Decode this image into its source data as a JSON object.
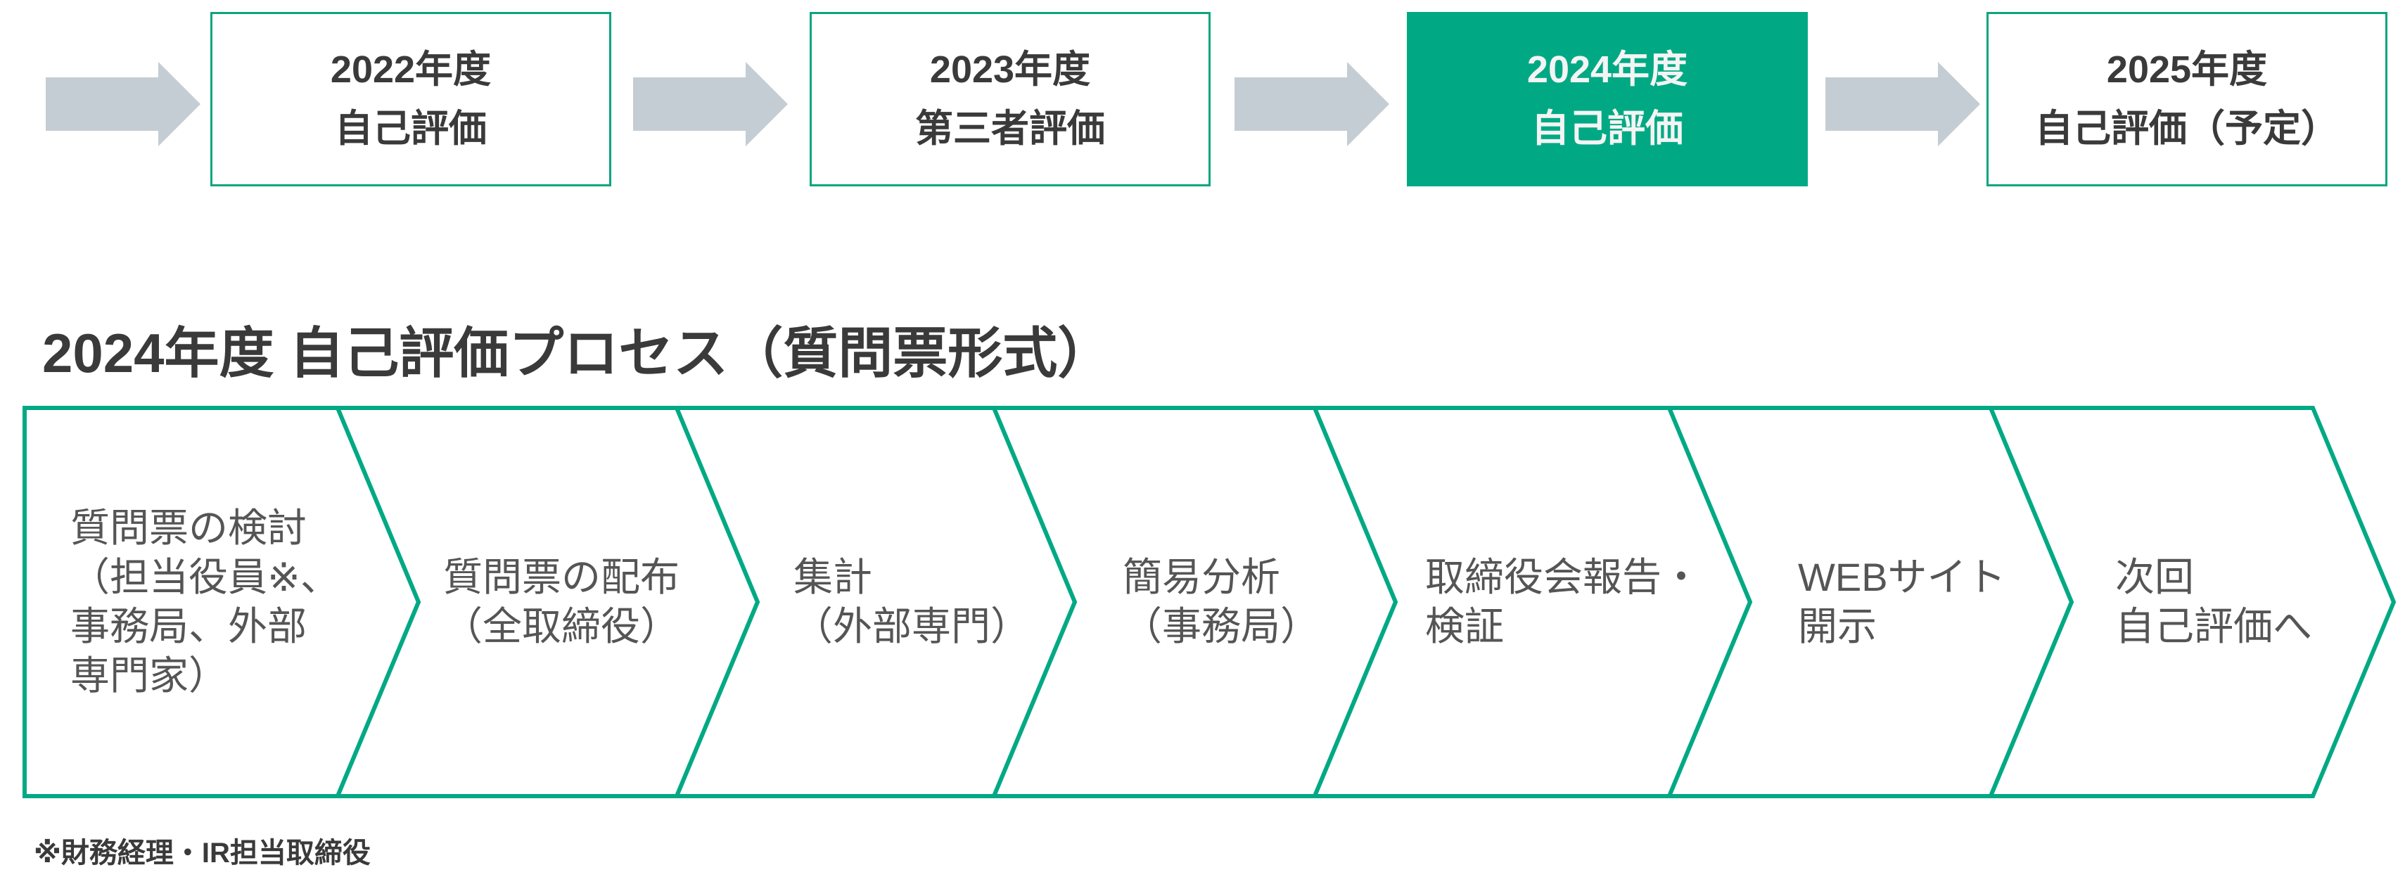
{
  "timeline": [
    {
      "year": "2022年度",
      "label": "自己評価",
      "active": false
    },
    {
      "year": "2023年度",
      "label": "第三者評価",
      "active": false
    },
    {
      "year": "2024年度",
      "label": "自己評価",
      "active": true
    },
    {
      "year": "2025年度",
      "label": "自己評価（予定）",
      "active": false
    }
  ],
  "process_title": "2024年度 自己評価プロセス（質問票形式）",
  "steps": [
    {
      "text": "質問票の検討\n（担当役員※、\n事務局、外部\n専門家）"
    },
    {
      "text": "質問票の配布\n（全取締役）"
    },
    {
      "text": "集計\n（外部専門）"
    },
    {
      "text": "簡易分析\n（事務局）"
    },
    {
      "text": "取締役会報告・\n検証"
    },
    {
      "text": "WEBサイト\n開示"
    },
    {
      "text": "次回\n自己評価へ"
    }
  ],
  "footnote": "※財務経理・IR担当取締役",
  "colors": {
    "accent": "#00a984",
    "arrow": "#c5cdd4",
    "text": "#404040"
  }
}
